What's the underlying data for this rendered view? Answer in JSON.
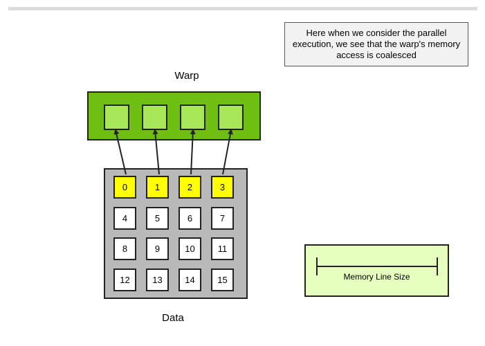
{
  "note": {
    "text": "Here when we consider the parallel execution, we see that the warp's memory access is coalesced"
  },
  "warp": {
    "label": "Warp",
    "thread_count": 4
  },
  "data": {
    "label": "Data",
    "cells": [
      "0",
      "1",
      "2",
      "3",
      "4",
      "5",
      "6",
      "7",
      "8",
      "9",
      "10",
      "11",
      "12",
      "13",
      "14",
      "15"
    ],
    "highlighted": [
      0,
      1,
      2,
      3
    ]
  },
  "memory_line": {
    "label": "Memory Line Size"
  },
  "colors": {
    "warp_fill": "#6fbf12",
    "thread_fill": "#a8e65a",
    "highlight": "#ffff00",
    "grid_fill": "#b9b9b9",
    "memory_line_fill": "#e6ffbe"
  }
}
